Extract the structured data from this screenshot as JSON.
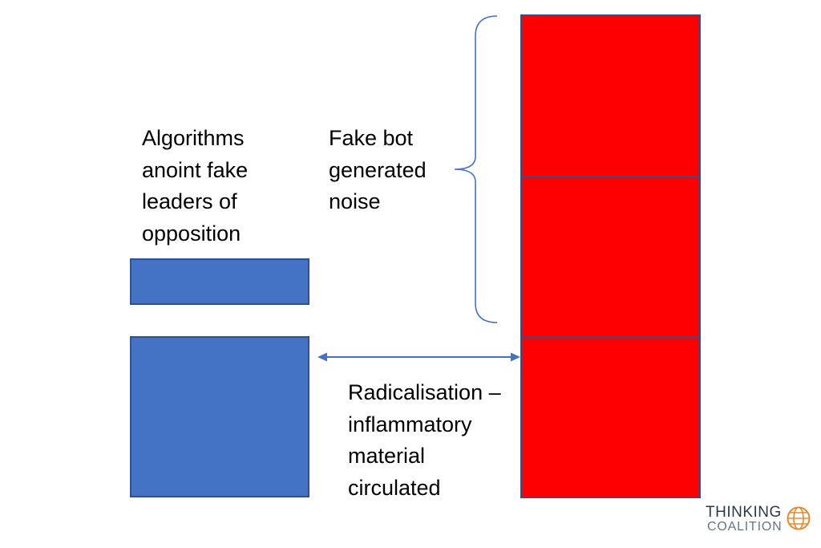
{
  "labels": {
    "algorithms": [
      "Algorithms",
      "anoint fake",
      "leaders of",
      "opposition"
    ],
    "bot_noise": [
      "Fake bot",
      "generated",
      "noise"
    ],
    "radicalisation": [
      "Radicalisation –",
      "inflammatory",
      "material",
      "circulated"
    ]
  },
  "logo": {
    "line1": "THINKING",
    "line2": "COALITION"
  },
  "colors": {
    "blue_fill": "#4472c4",
    "blue_border": "#2f528f",
    "red_fill": "#ff0000",
    "connector": "#4472c4",
    "logo_accent": "#e8892b"
  },
  "icons": [
    "brace",
    "double-arrow",
    "globe-icon"
  ]
}
